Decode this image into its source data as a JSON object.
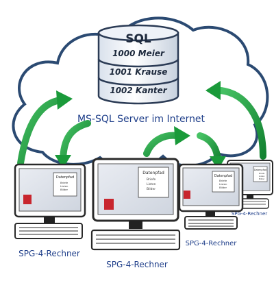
{
  "database": {
    "title": "SQL",
    "records": [
      "1000 Meier",
      "1001 Krause",
      "1002 Kanter"
    ]
  },
  "server_label": "MS-SQL Server im Internet",
  "computers": [
    {
      "label": "SPG-4-Rechner",
      "file_title": "Datenpfad",
      "file_items": [
        "Briefe",
        "Listen",
        "Bilder"
      ]
    },
    {
      "label": "SPG-4-Rechner",
      "file_title": "Datenpfad",
      "file_items": [
        "Briefe",
        "Listen",
        "Bilder"
      ]
    },
    {
      "label": "SPG-4-Rechner",
      "file_title": "Datenpfad",
      "file_items": [
        "Briefe",
        "Listen",
        "Bilder"
      ]
    },
    {
      "label": "SPG-4-Rechner",
      "file_title": "Datenpfad",
      "file_items": [
        "Briefe",
        "Listen",
        "Bilder"
      ]
    }
  ],
  "colors": {
    "cloud_outline": "#2b4a72",
    "arrow_green": "#1a9a3a",
    "label_blue": "#1f3f8a",
    "app_icon_red": "#c8262e"
  }
}
